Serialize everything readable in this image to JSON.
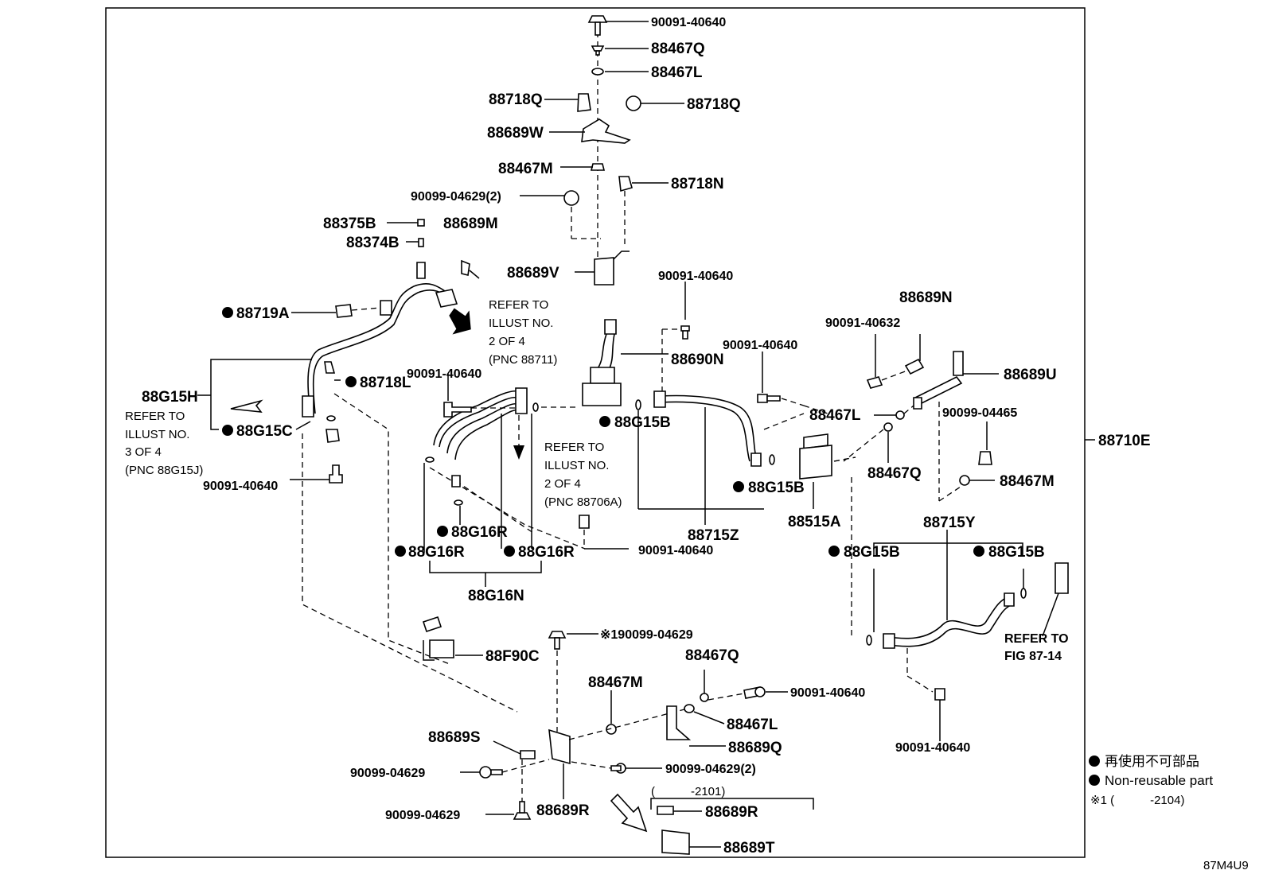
{
  "diagram_code": "87M4U9",
  "assembly_label": "88710E",
  "labels": {
    "p_90091_40640_top": "90091-40640",
    "p_88467Q_top": "88467Q",
    "p_88467L_top": "88467L",
    "p_88718Q_left": "88718Q",
    "p_88718Q_right": "88718Q",
    "p_88689W": "88689W",
    "p_88467M_top": "88467M",
    "p_88718N": "88718N",
    "p_90099_04629_2_top": "90099-04629(2)",
    "p_88375B": "88375B",
    "p_88374B": "88374B",
    "p_88689M": "88689M",
    "p_88689V": "88689V",
    "p_88719A": "88719A",
    "p_90091_40640_mid": "90091-40640",
    "p_88690N": "88690N",
    "p_88689N": "88689N",
    "p_90091_40632": "90091-40632",
    "p_90091_40640_right": "90091-40640",
    "p_88689U": "88689U",
    "p_88718L": "88718L",
    "p_90091_40640_center": "90091-40640",
    "p_88G15H": "88G15H",
    "p_88G15C": "88G15C",
    "p_88G15B_a": "88G15B",
    "p_88467L_right": "88467L",
    "p_90099_04465": "90099-04465",
    "p_88467Q_right": "88467Q",
    "p_88467M_right": "88467M",
    "p_90091_40640_left": "90091-40640",
    "p_88G15B_b": "88G15B",
    "p_88515A": "88515A",
    "p_88715Y": "88715Y",
    "p_88G16R_a": "88G16R",
    "p_88G16R_b": "88G16R",
    "p_88G16R_c": "88G16R",
    "p_90091_40640_lower": "90091-40640",
    "p_88715Z": "88715Z",
    "p_88G15B_c": "88G15B",
    "p_88G15B_d": "88G15B",
    "p_88G16N": "88G16N",
    "p_88F90C": "88F90C",
    "p_90099_04629_note": "※190099-04629",
    "p_88467Q_bottom": "88467Q",
    "p_88467M_bottom": "88467M",
    "p_90091_40640_bottom": "90091-40640",
    "p_88467L_bottom": "88467L",
    "p_88689S": "88689S",
    "p_88689Q": "88689Q",
    "p_90099_04629_left": "90099-04629",
    "p_90099_04629_2_bottom": "90099-04629(2)",
    "p_90091_40640_bottomright": "90091-40640",
    "p_88689R_a": "88689R",
    "p_88689R_b": "88689R",
    "p_88689T": "88689T",
    "p_90099_04629_bottom": "90099-04629",
    "range_2101": "(　　　-2101)"
  },
  "refer_notes": {
    "note1": [
      "REFER TO",
      "ILLUST NO.",
      "2 OF 4",
      "(PNC 88711)"
    ],
    "note2": [
      "REFER TO",
      "ILLUST NO.",
      "3 OF 4",
      "(PNC 88G15J)"
    ],
    "note3": [
      "REFER TO",
      "ILLUST NO.",
      "2 OF 4",
      "(PNC 88706A)"
    ],
    "note4": [
      "REFER TO",
      "FIG 87-14"
    ]
  },
  "legend": {
    "jp": "再使用不可部品",
    "en": "Non-reusable part",
    "note": "※1 (　　　-2104)"
  }
}
